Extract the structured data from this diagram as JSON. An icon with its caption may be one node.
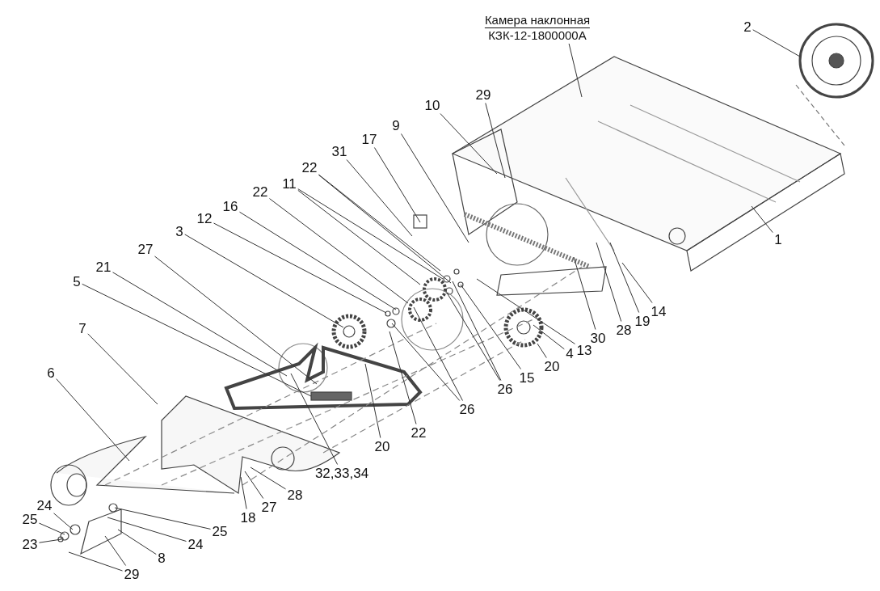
{
  "diagram": {
    "nodes": [
      {
        "text": [
          "Камера наклонная",
          "КЗК-12-1800000А"
        ]
      },
      {
        "text": [
          "2"
        ]
      },
      {
        "text": [
          "29"
        ]
      },
      {
        "text": [
          "10"
        ]
      },
      {
        "text": [
          "9"
        ]
      },
      {
        "text": [
          "17"
        ]
      },
      {
        "text": [
          "31"
        ]
      },
      {
        "text": [
          "22"
        ]
      },
      {
        "text": [
          "11"
        ]
      },
      {
        "text": [
          "22"
        ]
      },
      {
        "text": [
          "16"
        ]
      },
      {
        "text": [
          "12"
        ]
      },
      {
        "text": [
          "3"
        ]
      },
      {
        "text": [
          "27"
        ]
      },
      {
        "text": [
          "21"
        ]
      },
      {
        "text": [
          "5"
        ]
      },
      {
        "text": [
          "7"
        ]
      },
      {
        "text": [
          "6"
        ]
      },
      {
        "text": [
          "1"
        ]
      },
      {
        "text": [
          "14"
        ]
      },
      {
        "text": [
          "19"
        ]
      },
      {
        "text": [
          "28"
        ]
      },
      {
        "text": [
          "30"
        ]
      },
      {
        "text": [
          "13"
        ]
      },
      {
        "text": [
          "4"
        ]
      },
      {
        "text": [
          "20"
        ]
      },
      {
        "text": [
          "15"
        ]
      },
      {
        "text": [
          "26"
        ]
      },
      {
        "text": [
          "26"
        ]
      },
      {
        "text": [
          "20"
        ]
      },
      {
        "text": [
          "22"
        ]
      },
      {
        "text": [
          "32,33,34"
        ]
      },
      {
        "text": [
          "28"
        ]
      },
      {
        "text": [
          "27"
        ]
      },
      {
        "text": [
          "18"
        ]
      },
      {
        "text": [
          "24"
        ]
      },
      {
        "text": [
          "25"
        ]
      },
      {
        "text": [
          "25"
        ]
      },
      {
        "text": [
          "24"
        ]
      },
      {
        "text": [
          "23"
        ]
      },
      {
        "text": [
          "8"
        ]
      },
      {
        "text": [
          "29"
        ]
      }
    ],
    "edges": [
      {
        "from": 0,
        "to": null,
        "arrow": "none"
      },
      {
        "from": 1,
        "to": null,
        "arrow": "none"
      },
      {
        "from": 2,
        "to": null,
        "arrow": "none"
      },
      {
        "from": 3,
        "to": null,
        "arrow": "none"
      },
      {
        "from": 4,
        "to": null,
        "arrow": "none"
      },
      {
        "from": 5,
        "to": null,
        "arrow": "none"
      },
      {
        "from": 6,
        "to": null,
        "arrow": "none"
      },
      {
        "from": 7,
        "to": null,
        "arrow": "none"
      },
      {
        "from": 7,
        "to": null,
        "arrow": "none"
      },
      {
        "from": 8,
        "to": null,
        "arrow": "none"
      },
      {
        "from": 8,
        "to": null,
        "arrow": "none"
      },
      {
        "from": 9,
        "to": null,
        "arrow": "none"
      },
      {
        "from": 10,
        "to": null,
        "arrow": "none"
      },
      {
        "from": 11,
        "to": null,
        "arrow": "none"
      },
      {
        "from": 12,
        "to": null,
        "arrow": "none"
      },
      {
        "from": 13,
        "to": null,
        "arrow": "none"
      },
      {
        "from": 14,
        "to": null,
        "arrow": "none"
      },
      {
        "from": 15,
        "to": null,
        "arrow": "none"
      },
      {
        "from": 16,
        "to": null,
        "arrow": "none"
      },
      {
        "from": 17,
        "to": null,
        "arrow": "none"
      },
      {
        "from": 18,
        "to": null,
        "arrow": "none"
      },
      {
        "from": 19,
        "to": null,
        "arrow": "none"
      },
      {
        "from": 20,
        "to": null,
        "arrow": "none"
      },
      {
        "from": 21,
        "to": null,
        "arrow": "none"
      },
      {
        "from": 22,
        "to": null,
        "arrow": "none"
      },
      {
        "from": 23,
        "to": null,
        "arrow": "none"
      },
      {
        "from": 24,
        "to": null,
        "arrow": "none"
      },
      {
        "from": 25,
        "to": null,
        "arrow": "none"
      },
      {
        "from": 26,
        "to": null,
        "arrow": "none"
      },
      {
        "from": 27,
        "to": null,
        "arrow": "none"
      },
      {
        "from": 27,
        "to": null,
        "arrow": "none"
      },
      {
        "from": 28,
        "to": null,
        "arrow": "none"
      },
      {
        "from": 28,
        "to": null,
        "arrow": "none"
      },
      {
        "from": 29,
        "to": null,
        "arrow": "none"
      },
      {
        "from": 30,
        "to": null,
        "arrow": "none"
      },
      {
        "from": 31,
        "to": null,
        "arrow": "none"
      },
      {
        "from": 32,
        "to": null,
        "arrow": "none"
      },
      {
        "from": 33,
        "to": null,
        "arrow": "none"
      },
      {
        "from": 34,
        "to": null,
        "arrow": "none"
      },
      {
        "from": 35,
        "to": null,
        "arrow": "none"
      },
      {
        "from": 36,
        "to": null,
        "arrow": "none"
      },
      {
        "from": 37,
        "to": null,
        "arrow": "none"
      },
      {
        "from": 38,
        "to": null,
        "arrow": "none"
      },
      {
        "from": 39,
        "to": null,
        "arrow": "none"
      },
      {
        "from": 40,
        "to": null,
        "arrow": "none"
      },
      {
        "from": 41,
        "to": null,
        "arrow": "none"
      },
      {
        "from": 41,
        "to": null,
        "arrow": "none"
      }
    ]
  }
}
